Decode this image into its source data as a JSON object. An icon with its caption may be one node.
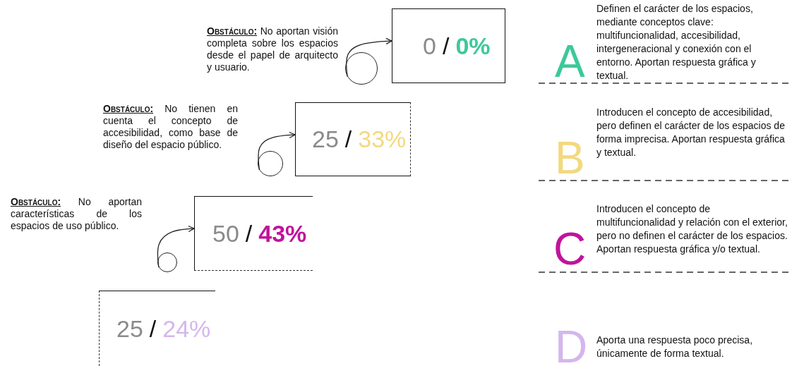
{
  "diagram": {
    "nodes": [
      {
        "text": [
          "0",
          "/",
          "0%"
        ]
      },
      {
        "text": [],
        "shape": "circle"
      },
      {
        "text": [
          "25",
          "/",
          "33%"
        ]
      },
      {
        "text": [],
        "shape": "circle"
      },
      {
        "text": [
          "50",
          "/",
          "43%"
        ]
      },
      {
        "text": [],
        "shape": "circle"
      },
      {
        "text": [
          "25",
          "/",
          "24%"
        ]
      }
    ],
    "edges": [
      {
        "from": 1,
        "to": 0,
        "arrow": "to"
      },
      {
        "from": 3,
        "to": 2,
        "arrow": "to"
      },
      {
        "from": 5,
        "to": 4,
        "arrow": "to"
      }
    ],
    "labels": [
      "Obstáculo:",
      "No aportan visión completa sobre los espacios desde el papel de arquitecto y usuario.",
      "A",
      "Definen el carácter de los espacios, mediante conceptos clave: multifuncionalidad, accesibilidad, intergeneracional y conexión con el entorno. Aportan respuesta gráfica y textual.",
      "Obstáculo:",
      "No tienen en cuenta el concepto de accesibilidad, como base de diseño del espacio público.",
      "B",
      "Introducen el concepto de accesibilidad, pero definen el carácter de los espacios de forma imprecisa. Aportan respuesta gráfica y textual.",
      "Obstáculo:",
      "No aportan características de los espacios de uso público.",
      "C",
      "Introducen el concepto de multifuncionalidad y relación con el exterior, pero no definen el carácter de los espacios. Aportan respuesta gráfica y/o textual.",
      "D",
      "Aporta una respuesta poco precisa, únicamente de forma textual."
    ]
  }
}
